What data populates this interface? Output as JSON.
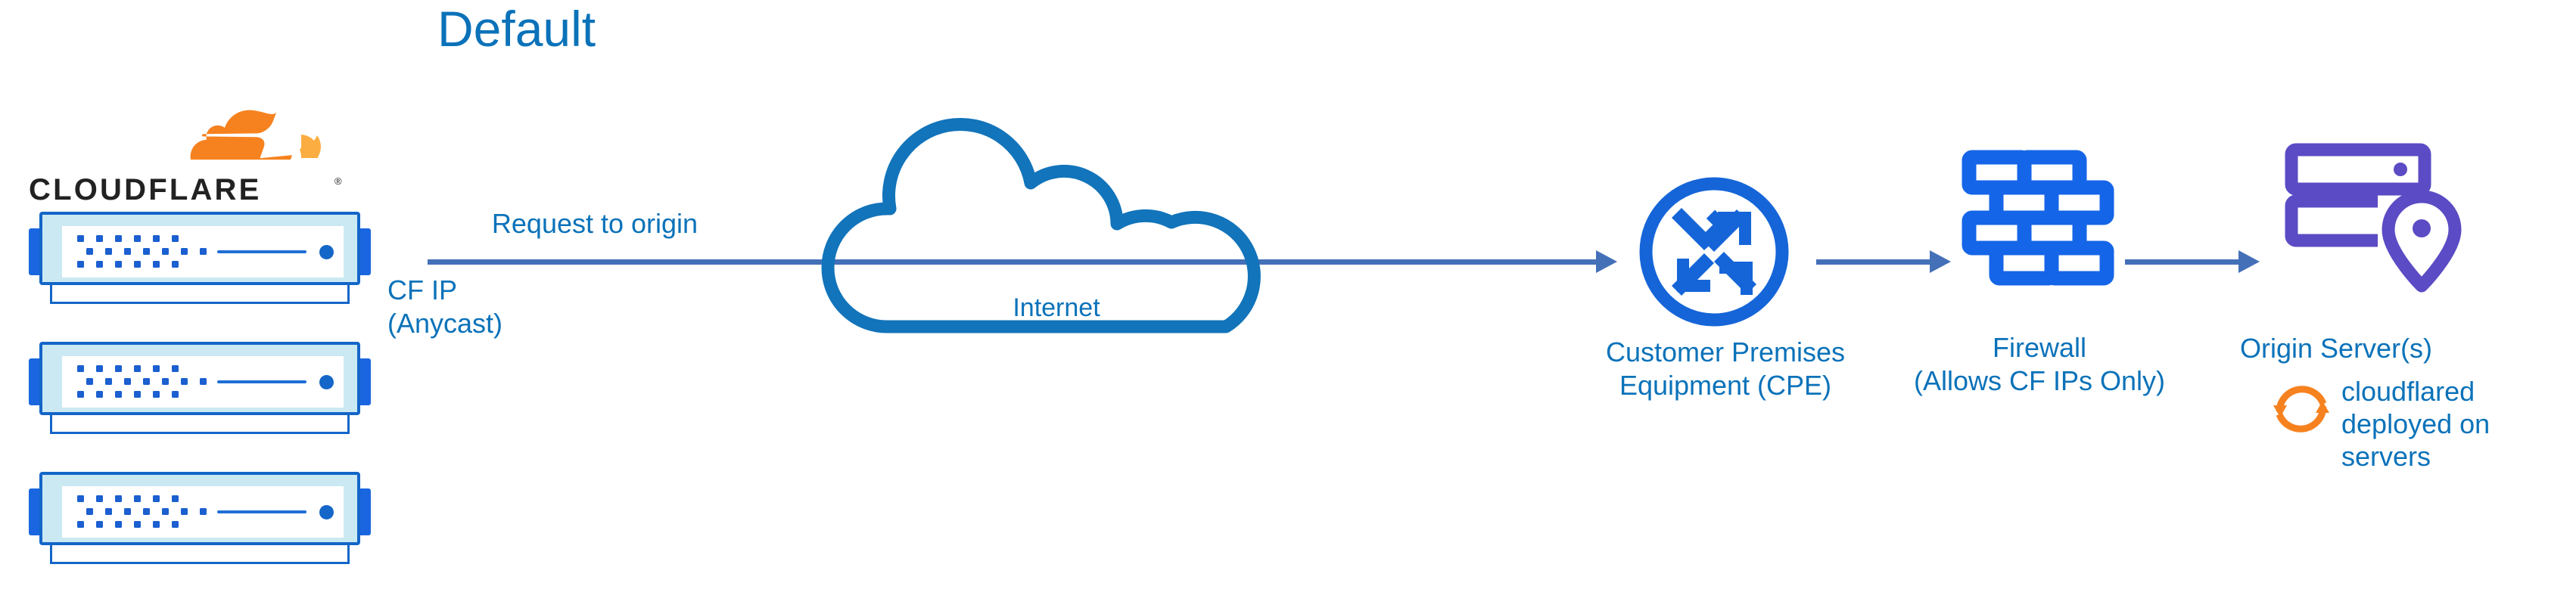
{
  "diagram": {
    "title": "Default",
    "title_color": "#0b72b9",
    "background": "#ffffff"
  },
  "brand": {
    "logo_name": "cloudflare-logo",
    "wordmark": "CLOUDFLARE",
    "registered_mark": "®",
    "mark_color_primary": "#f6821f",
    "mark_color_secondary": "#fbad41",
    "wordmark_color": "#222222"
  },
  "edge_servers": {
    "count": 3,
    "icon_name": "server-appliance-icon",
    "body_color": "#cbe9f3",
    "border_color": "#1466c8",
    "tab_color": "#1a66e0",
    "led_color": "#1466c8"
  },
  "flow": {
    "arrow_color": "#4470b8",
    "main_arrow_label": "Request to origin",
    "source_ip_label_line1": "CF IP",
    "source_ip_label_line2": "(Anycast)",
    "arrows": [
      {
        "name": "arrow-main",
        "from": "cloudflare-edge",
        "to": "cpe"
      },
      {
        "name": "arrow-cpe-firewall",
        "from": "cpe",
        "to": "firewall"
      },
      {
        "name": "arrow-firewall-origin",
        "from": "firewall",
        "to": "origin-server"
      }
    ]
  },
  "nodes": {
    "internet": {
      "label": "Internet",
      "icon_name": "cloud-icon",
      "color": "#0b72b9"
    },
    "cpe": {
      "label_line1": "Customer Premises",
      "label_line2": "Equipment (CPE)",
      "icon_name": "router-converging-arrows-icon",
      "color": "#1565d8"
    },
    "firewall": {
      "label_line1": "Firewall",
      "label_line2": "(Allows CF IPs Only)",
      "icon_name": "brick-wall-icon",
      "color": "#1565e8"
    },
    "origin": {
      "label": "Origin Server(s)",
      "icon_name": "server-rack-with-pin-icon",
      "icon_color": "#5b4bc4",
      "label_color": "#0b72b9"
    }
  },
  "annotation": {
    "icon_name": "refresh-cycle-icon",
    "icon_color": "#f6821f",
    "text_line1": "cloudflared",
    "text_line2": "deployed on",
    "text_line3": "servers",
    "text_color": "#0b72b9"
  }
}
